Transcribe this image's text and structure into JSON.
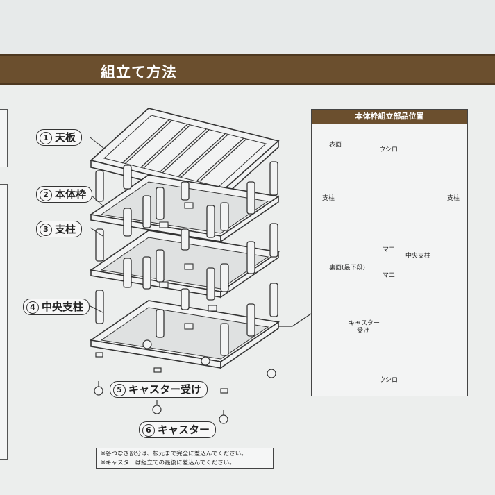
{
  "header": {
    "title": "組立て方法"
  },
  "parts": [
    {
      "num": "①",
      "name": "天板"
    },
    {
      "num": "②",
      "name": "本体枠"
    },
    {
      "num": "③",
      "name": "支柱"
    },
    {
      "num": "④",
      "name": "中央支柱"
    },
    {
      "num": "⑤",
      "name": "キャスター受け"
    },
    {
      "num": "⑥",
      "name": "キャスター"
    }
  ],
  "panel": {
    "title": "本体枠組立部品位置",
    "top_view": {
      "side_label": "表面",
      "back_label": "ウシロ",
      "front_label": "マエ",
      "pillar_left": "支柱",
      "pillar_right": "支柱",
      "center_pillar": "中央支柱"
    },
    "bottom_view": {
      "side_label": "裏面(最下段)",
      "front_label": "マエ",
      "back_label": "ウシロ",
      "caster_label_1": "キャスター",
      "caster_label_2": "受け"
    }
  },
  "notes": [
    "※各つなぎ部分は、根元まで完全に差込んでください。",
    "※キャスターは組立ての最後に差込んでください。"
  ]
}
